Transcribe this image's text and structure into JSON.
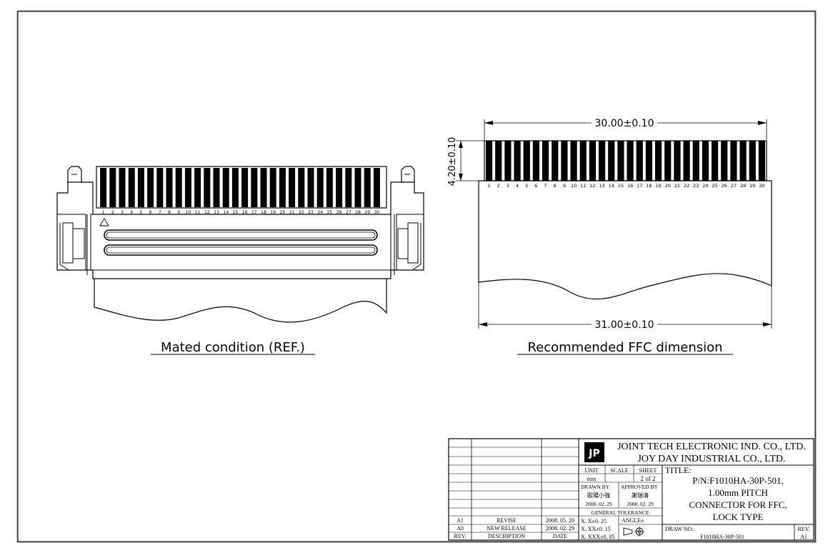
{
  "views": {
    "mated_caption": "Mated condition (REF.)",
    "ffc_caption": "Recommended FFC dimension"
  },
  "dimensions": {
    "ffc_top_width": "30.00±0.10",
    "ffc_bottom_width": "31.00±0.10",
    "ffc_contact_length": "4.20±0.10"
  },
  "pins": {
    "count": 30,
    "labels": [
      "1",
      "2",
      "3",
      "4",
      "5",
      "6",
      "7",
      "8",
      "9",
      "10",
      "11",
      "12",
      "13",
      "14",
      "15",
      "16",
      "17",
      "18",
      "19",
      "20",
      "21",
      "22",
      "23",
      "24",
      "25",
      "26",
      "27",
      "28",
      "29",
      "30"
    ]
  },
  "title_block": {
    "company_en": "JOINT TECH ELECTRONIC IND. CO., LTD.",
    "company_en2": "JOY DAY INDUSTRIAL CO., LTD.",
    "unit_label": "UNIT",
    "unit_value": "mm",
    "scale_label": "SCALE",
    "scale_value": "",
    "sheet_label": "SHEET",
    "sheet_value": "2 of 2",
    "drawn_by_label": "DRAWN BY",
    "drawn_by_name": "歐陽小強",
    "drawn_by_date": "2008. 02. 29",
    "approved_by_label": "APPROVED BY",
    "approved_by_name": "謝瑞清",
    "approved_by_date": "2008. 02. 29",
    "general_tolerance_label": "GENERAL TOLERANCE",
    "tol_x": "X. X±0. 25",
    "tol_xx": "X. XX±0. 15",
    "tol_xxx": "X. XXX±0. 05",
    "angle_label": "ANGLE±",
    "title_label": "TITLE:",
    "title_line1": "P/N:F1010HA-30P-501,",
    "title_line2": "1.00mm PITCH",
    "title_line3": "CONNECTOR FOR FFC,",
    "title_line4": "LOCK TYPE",
    "draw_no_label": "DRAW NO.:",
    "draw_no_value": "F1010HA-30P-501",
    "rev_label": "REV.",
    "rev_value": "A1"
  },
  "revisions": {
    "rows": [
      {
        "rev": "A1",
        "description": "REVISE",
        "date": "2008. 05. 20"
      },
      {
        "rev": "A0",
        "description": "NEW RELEASE",
        "date": "2008. 02. 29"
      }
    ],
    "header": {
      "rev": "REV.",
      "description": "DESCRIPTION",
      "date": "DATE"
    }
  }
}
